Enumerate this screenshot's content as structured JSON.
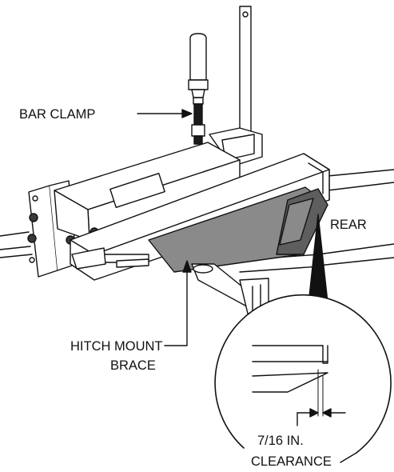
{
  "labels": {
    "bar_clamp": "BAR CLAMP",
    "rear": "REAR",
    "hitch_mount_line1": "HITCH MOUNT",
    "hitch_mount_line2": "BRACE",
    "clearance_line1": "7/16 IN.",
    "clearance_line2": "CLEARANCE"
  },
  "colors": {
    "line": "#111111",
    "brace_fill": "#8a8a8a",
    "brace_dark": "#5e5e5e",
    "bolt_fill": "#3a3a3a",
    "clamp_dark": "#1a1a1a",
    "panel_fill": "#ffffff"
  }
}
